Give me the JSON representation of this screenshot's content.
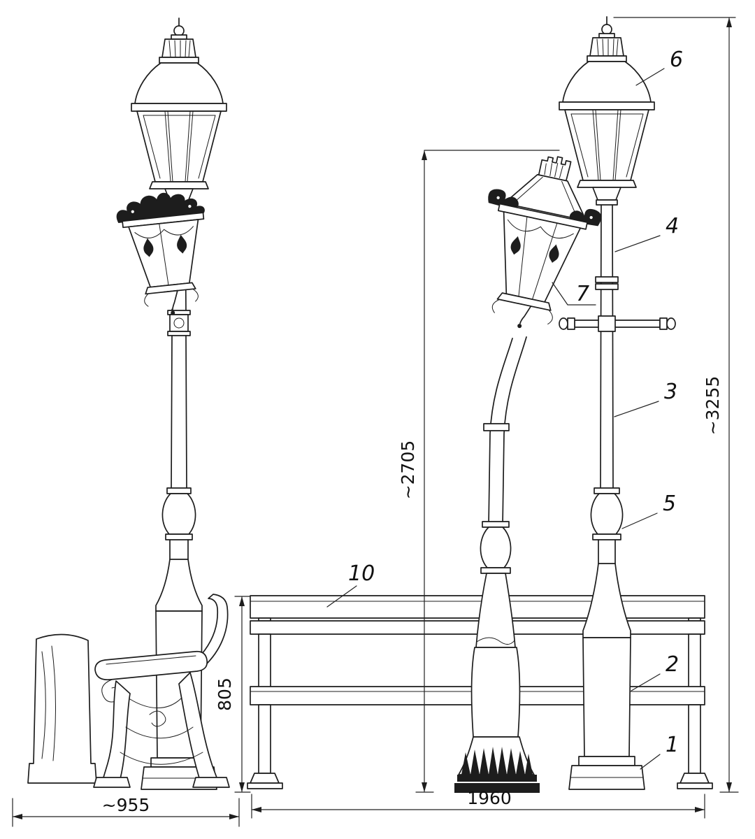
{
  "colors": {
    "ink": "#1d1d1d",
    "background": "#ffffff"
  },
  "dims": {
    "side_width": "~955",
    "bench_height": "805",
    "curved_lamp_height": "~2705",
    "straight_lamp_height": "~3255",
    "front_width": "1960"
  },
  "parts": {
    "p1": "1",
    "p2": "2",
    "p3": "3",
    "p4": "4",
    "p5": "5",
    "p6": "6",
    "p7": "7",
    "p10": "10"
  }
}
